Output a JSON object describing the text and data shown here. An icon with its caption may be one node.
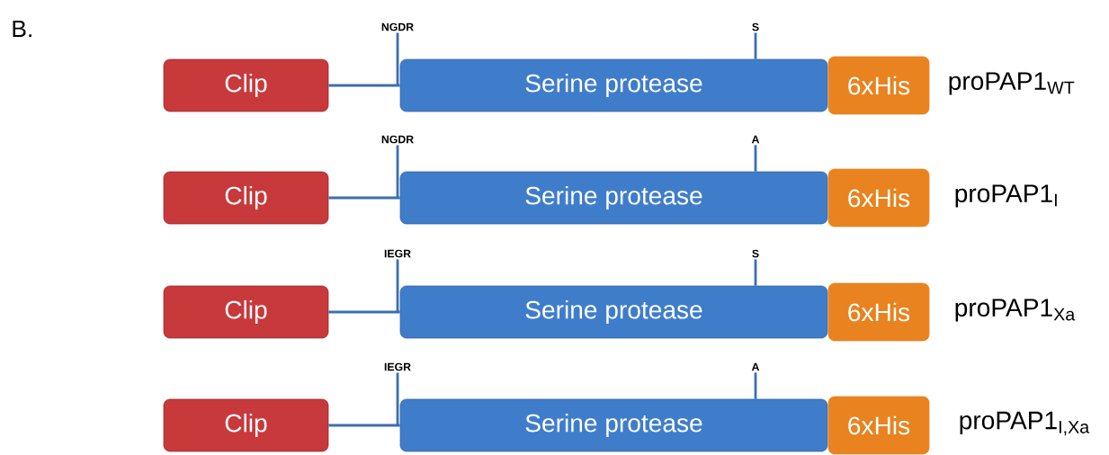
{
  "diagram": {
    "nodes": [
      {
        "text": [
          "NGDR"
        ]
      },
      {
        "text": [
          "S"
        ]
      },
      {
        "text": [
          "Clip"
        ]
      },
      {
        "text": [
          "Serine protease"
        ]
      },
      {
        "text": [
          "6xHis"
        ],
        "beside": [
          "proPAP1$_{WT}$"
        ]
      },
      {
        "text": [
          "NGDR"
        ]
      },
      {
        "text": [
          "A"
        ]
      },
      {
        "text": [
          "Clip"
        ]
      },
      {
        "text": [
          "Serine protease"
        ]
      },
      {
        "text": [
          "6xHis"
        ],
        "beside": [
          "proPAP1$_{I}$"
        ]
      },
      {
        "text": [
          "IEGR"
        ]
      },
      {
        "text": [
          "S"
        ]
      },
      {
        "text": [
          "Clip"
        ]
      },
      {
        "text": [
          "Serine protease"
        ]
      },
      {
        "text": [
          "6xHis"
        ],
        "beside": [
          "proPAP1$_{Xa}$"
        ]
      },
      {
        "text": [
          "IEGR"
        ]
      },
      {
        "text": [
          "A"
        ]
      },
      {
        "text": [
          "Clip"
        ]
      },
      {
        "text": [
          "Serine protease"
        ]
      },
      {
        "text": [
          "6xHis"
        ],
        "beside": [
          "proPAP1$_{I,Xa}$"
        ]
      }
    ],
    "edges": [
      {
        "from": 2,
        "to": 3,
        "arrow": "none"
      },
      {
        "from": 0,
        "to": 3,
        "arrow": "none"
      },
      {
        "from": 1,
        "to": 3,
        "arrow": "none"
      },
      {
        "from": 7,
        "to": 8,
        "arrow": "none"
      },
      {
        "from": 5,
        "to": 8,
        "arrow": "none"
      },
      {
        "from": 6,
        "to": 8,
        "arrow": "none"
      },
      {
        "from": 12,
        "to": 13,
        "arrow": "none"
      },
      {
        "from": 10,
        "to": 13,
        "arrow": "none"
      },
      {
        "from": 11,
        "to": 13,
        "arrow": "none"
      },
      {
        "from": 17,
        "to": 18,
        "arrow": "none"
      },
      {
        "from": 15,
        "to": 18,
        "arrow": "none"
      },
      {
        "from": 16,
        "to": 18,
        "arrow": "none"
      }
    ],
    "labels": [
      "B."
    ]
  }
}
